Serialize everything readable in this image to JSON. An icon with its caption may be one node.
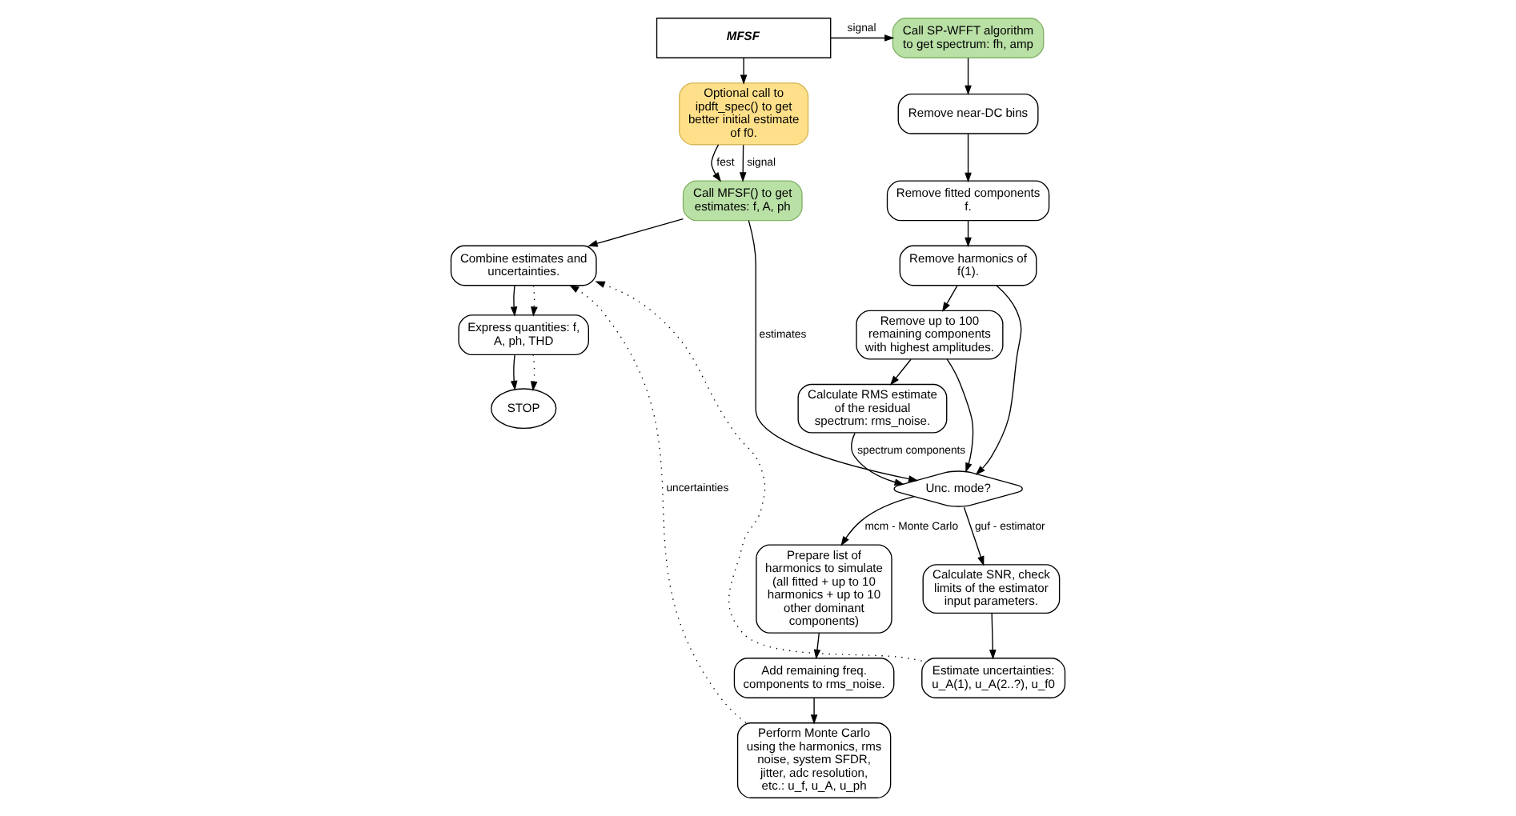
{
  "diagram": {
    "nodes": [
      {
        "text": [
          "MFSF"
        ]
      },
      {
        "text": [
          "Optional call to ipdft_spec() to get better initial estimate of f0."
        ]
      },
      {
        "text": [
          "Call MFSF() to get estimates: f, A, ph"
        ]
      },
      {
        "text": [
          "Combine estimates and uncertainties."
        ]
      },
      {
        "text": [
          "Express quantities: f, A, ph, THD"
        ]
      },
      {
        "text": [
          "STOP"
        ]
      },
      {
        "text": [
          "Call SP-WFFT algorithm to get spectrum: fh, amp"
        ]
      },
      {
        "text": [
          "Remove near-DC bins"
        ]
      },
      {
        "text": [
          "Remove fitted components f."
        ]
      },
      {
        "text": [
          "Remove harmonics of f(1)."
        ]
      },
      {
        "text": [
          "Remove up to 100 remaining components with highest amplitudes."
        ]
      },
      {
        "text": [
          "Calculate RMS estimate of the residual spectrum: rms_noise."
        ]
      },
      {
        "text": [
          "Unc. mode?"
        ]
      },
      {
        "text": [
          "Prepare list of harmonics to simulate (all fitted + up to 10 harmonics + up to 10 other dominant components)"
        ]
      },
      {
        "text": [
          "Add remaining freq. components to rms_noise."
        ]
      },
      {
        "text": [
          "Perform Monte Carlo using the harmonics, rms noise, system SFDR, jitter, adc resolution, etc.: u_f, u_A, u_ph"
        ]
      },
      {
        "text": [
          "Calculate SNR, check limits of the estimator input parameters."
        ]
      },
      {
        "text": [
          "Estimate uncertainties: u_A(1), u_A(2..?), u_f0"
        ]
      }
    ],
    "edges": [
      {
        "from": 0,
        "to": 1,
        "arrow": "to"
      },
      {
        "from": 0,
        "to": 6,
        "arrow": "to",
        "label": "signal"
      },
      {
        "from": 1,
        "to": 2,
        "arrow": "to",
        "label": "fest"
      },
      {
        "from": 1,
        "to": 2,
        "arrow": "to",
        "label": "signal"
      },
      {
        "from": 2,
        "to": 3,
        "arrow": "to"
      },
      {
        "from": 3,
        "to": 4,
        "arrow": "to"
      },
      {
        "from": 3,
        "to": 4,
        "arrow": "to",
        "style": "dashed"
      },
      {
        "from": 4,
        "to": 5,
        "arrow": "to"
      },
      {
        "from": 4,
        "to": 5,
        "arrow": "to",
        "style": "dashed"
      },
      {
        "from": 2,
        "to": 12,
        "arrow": "to",
        "label": "estimates"
      },
      {
        "from": 6,
        "to": 7,
        "arrow": "to"
      },
      {
        "from": 7,
        "to": 8,
        "arrow": "to"
      },
      {
        "from": 8,
        "to": 9,
        "arrow": "to"
      },
      {
        "from": 9,
        "to": 10,
        "arrow": "to"
      },
      {
        "from": 10,
        "to": 11,
        "arrow": "to"
      },
      {
        "from": 9,
        "to": 12,
        "arrow": "to"
      },
      {
        "from": 10,
        "to": 12,
        "arrow": "to"
      },
      {
        "from": 11,
        "to": 12,
        "arrow": "to",
        "label": "spectrum components"
      },
      {
        "from": 12,
        "to": 13,
        "arrow": "to",
        "label": "mcm - Monte Carlo"
      },
      {
        "from": 12,
        "to": 16,
        "arrow": "to",
        "label": "guf - estimator"
      },
      {
        "from": 13,
        "to": 14,
        "arrow": "to"
      },
      {
        "from": 14,
        "to": 15,
        "arrow": "to"
      },
      {
        "from": 16,
        "to": 17,
        "arrow": "to"
      },
      {
        "from": 15,
        "to": 3,
        "arrow": "to",
        "style": "dashed",
        "label": "uncertainties"
      },
      {
        "from": 17,
        "to": 3,
        "arrow": "to",
        "style": "dashed"
      }
    ]
  }
}
